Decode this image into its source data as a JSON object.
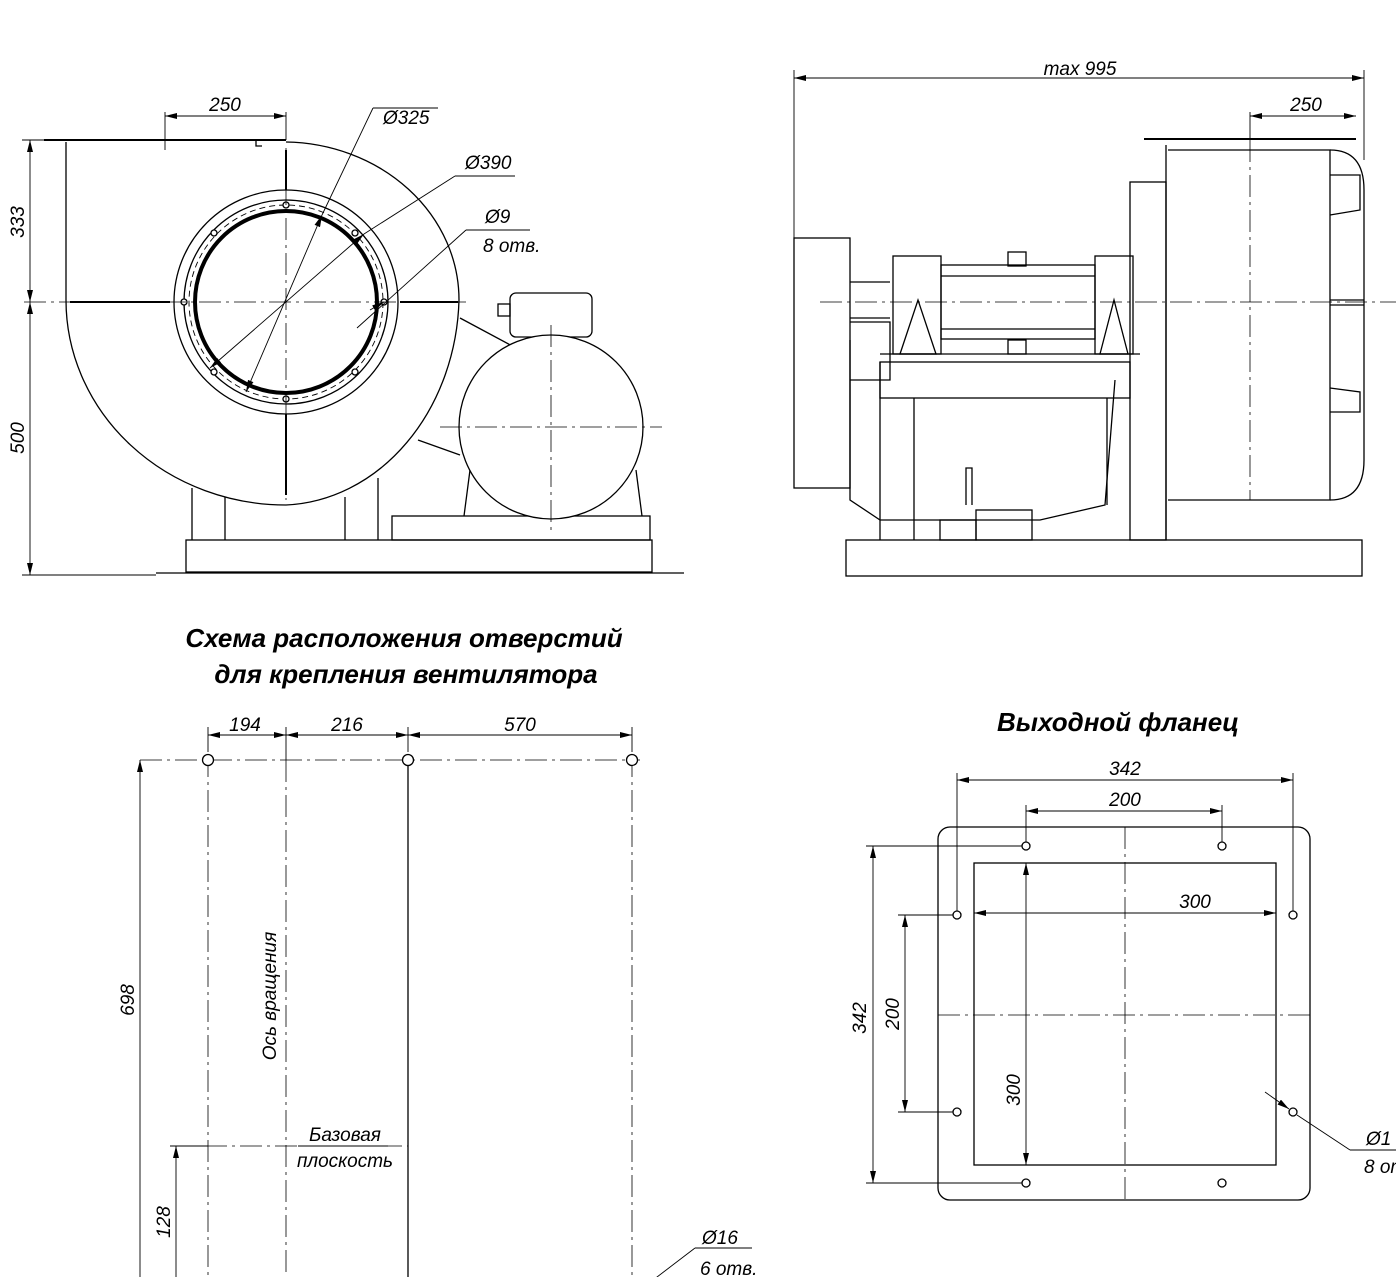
{
  "headings": {
    "holes_scheme_line1": "Схема расположения отверстий",
    "holes_scheme_line2": "для крепления вентилятора",
    "outlet_flange": "Выходной фланец"
  },
  "front_view": {
    "dim_250": "250",
    "dim_325": "Ø325",
    "dim_390": "Ø390",
    "dim_9": "Ø9",
    "holes_8": "8 отв.",
    "dim_333": "333",
    "dim_500": "500"
  },
  "side_view": {
    "dim_max": "max 995",
    "dim_250": "250"
  },
  "holes_scheme": {
    "dim_194": "194",
    "dim_216": "216",
    "dim_570": "570",
    "dim_698": "698",
    "dim_128": "128",
    "rotation_axis": "Ось вращения",
    "base_plane_1": "Базовая",
    "base_plane_2": "плоскость",
    "hole_dia": "Ø16",
    "hole_count": "6 отв."
  },
  "flange": {
    "dim_342_h": "342",
    "dim_200_h": "200",
    "dim_300_h": "300",
    "dim_342_v": "342",
    "dim_200_v": "200",
    "dim_300_v": "300",
    "hole_dia": "Ø1",
    "hole_count": "8 от"
  }
}
